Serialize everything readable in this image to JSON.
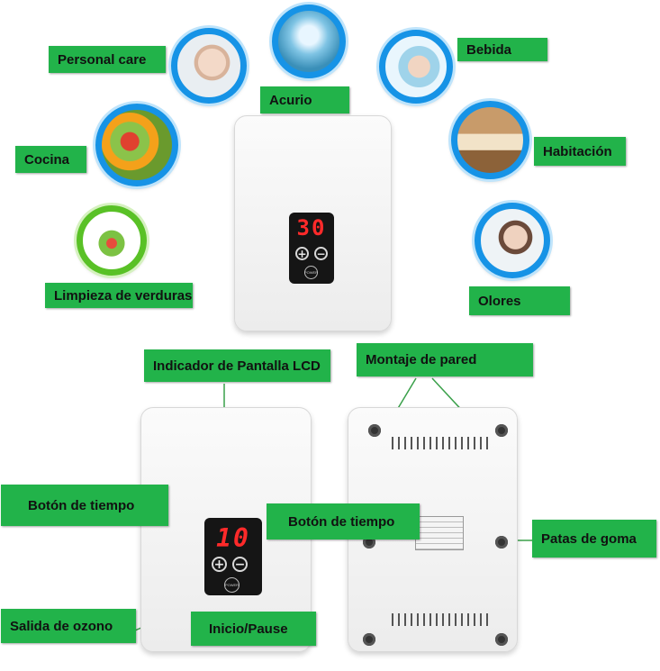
{
  "use_cases": {
    "personal_care": "Personal care",
    "acurio": "Acurio",
    "bebida": "Bebida",
    "cocina": "Cocina",
    "habitacion": "Habitación",
    "limpieza": "Limpieza de verduras",
    "olores": "Olores"
  },
  "device_top": {
    "display": "30",
    "plus": "+",
    "minus": "−",
    "power": "POWER"
  },
  "device_front": {
    "display": "10",
    "plus": "+",
    "minus": "−",
    "power": "POWER"
  },
  "callouts": {
    "lcd": "Indicador de Pantalla LCD",
    "wall_mount": "Montaje de pared",
    "time_button_left": "Botón de tiempo",
    "time_button_right": "Botón de tiempo",
    "rubber_feet": "Patas de goma",
    "ozone_outlet": "Salida de ozono",
    "start_pause": "Inicio/Pause"
  },
  "colors": {
    "label_green": "#22b34a",
    "ring_blue": "#1693e6",
    "ring_green": "#59c126",
    "led_red": "#ff2a2a"
  }
}
